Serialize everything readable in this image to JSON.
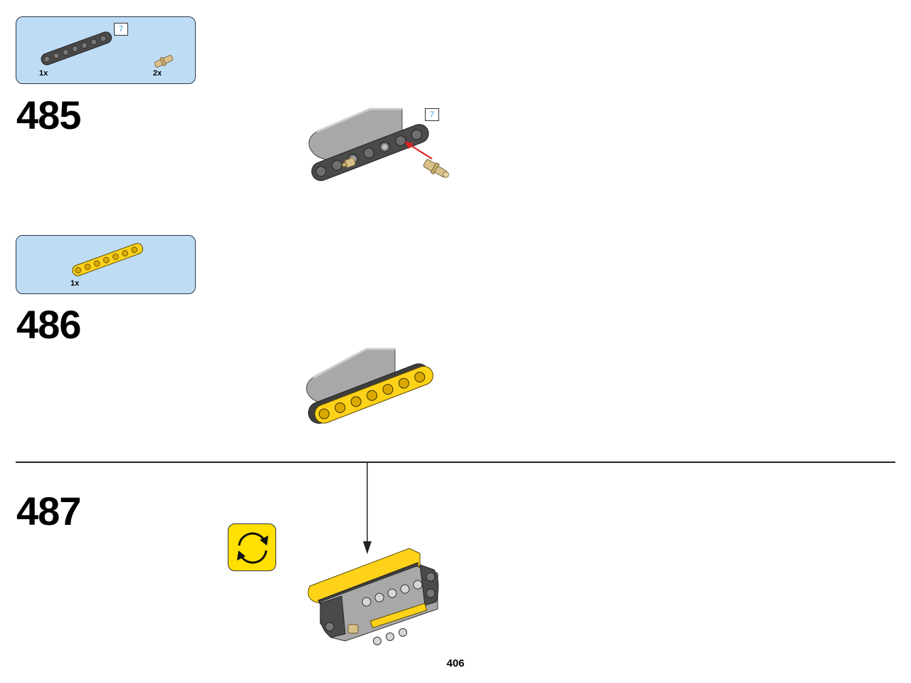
{
  "steps": [
    {
      "number": "485",
      "parts": [
        {
          "qty": "1x",
          "icon": "dark-gray-beam-7-icon"
        },
        {
          "qty": "2x",
          "icon": "tan-pin-icon"
        }
      ],
      "beam_length_tag": "7",
      "assembly_length_tag": "7"
    },
    {
      "number": "486",
      "parts": [
        {
          "qty": "1x",
          "icon": "yellow-beam-7-icon"
        }
      ]
    },
    {
      "number": "487",
      "rotate_icon": "rotate-model-icon"
    }
  ],
  "page_number": "406",
  "colors": {
    "parts_box_bg": "#bfdcf5",
    "dark_gray": "#4a4a4a",
    "light_gray": "#a8a8a8",
    "yellow": "#ffd21a",
    "tan": "#d9c08a",
    "arrow_red": "#e0201e",
    "length_tag_blue": "#2a9bd6"
  }
}
